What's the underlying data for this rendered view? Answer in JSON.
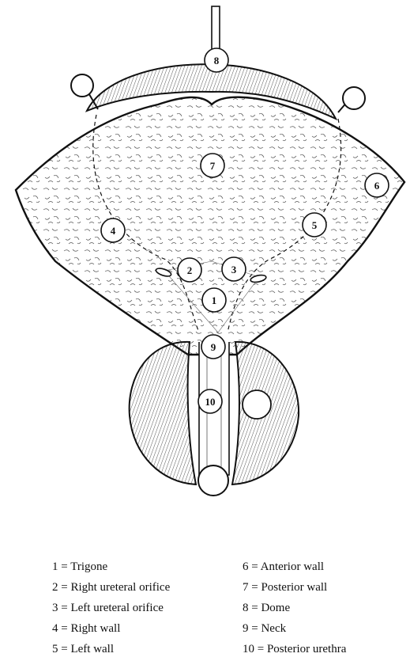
{
  "diagram": {
    "markers": [
      {
        "id": "1"
      },
      {
        "id": "2"
      },
      {
        "id": "3"
      },
      {
        "id": "4"
      },
      {
        "id": "5"
      },
      {
        "id": "6"
      },
      {
        "id": "7"
      },
      {
        "id": "8"
      },
      {
        "id": "9"
      },
      {
        "id": "10"
      }
    ]
  },
  "legend": {
    "items": [
      {
        "number": "1",
        "label": "1 = Trigone"
      },
      {
        "number": "2",
        "label": "2 = Right ureteral orifice"
      },
      {
        "number": "3",
        "label": "3 = Left ureteral orifice"
      },
      {
        "number": "4",
        "label": "4 = Right wall"
      },
      {
        "number": "5",
        "label": "5 = Left wall"
      },
      {
        "number": "6",
        "label": "6 = Anterior wall"
      },
      {
        "number": "7",
        "label": "7 = Posterior wall"
      },
      {
        "number": "8",
        "label": "8 = Dome"
      },
      {
        "number": "9",
        "label": "9 = Neck"
      },
      {
        "number": "10",
        "label": "10 = Posterior urethra"
      }
    ]
  }
}
